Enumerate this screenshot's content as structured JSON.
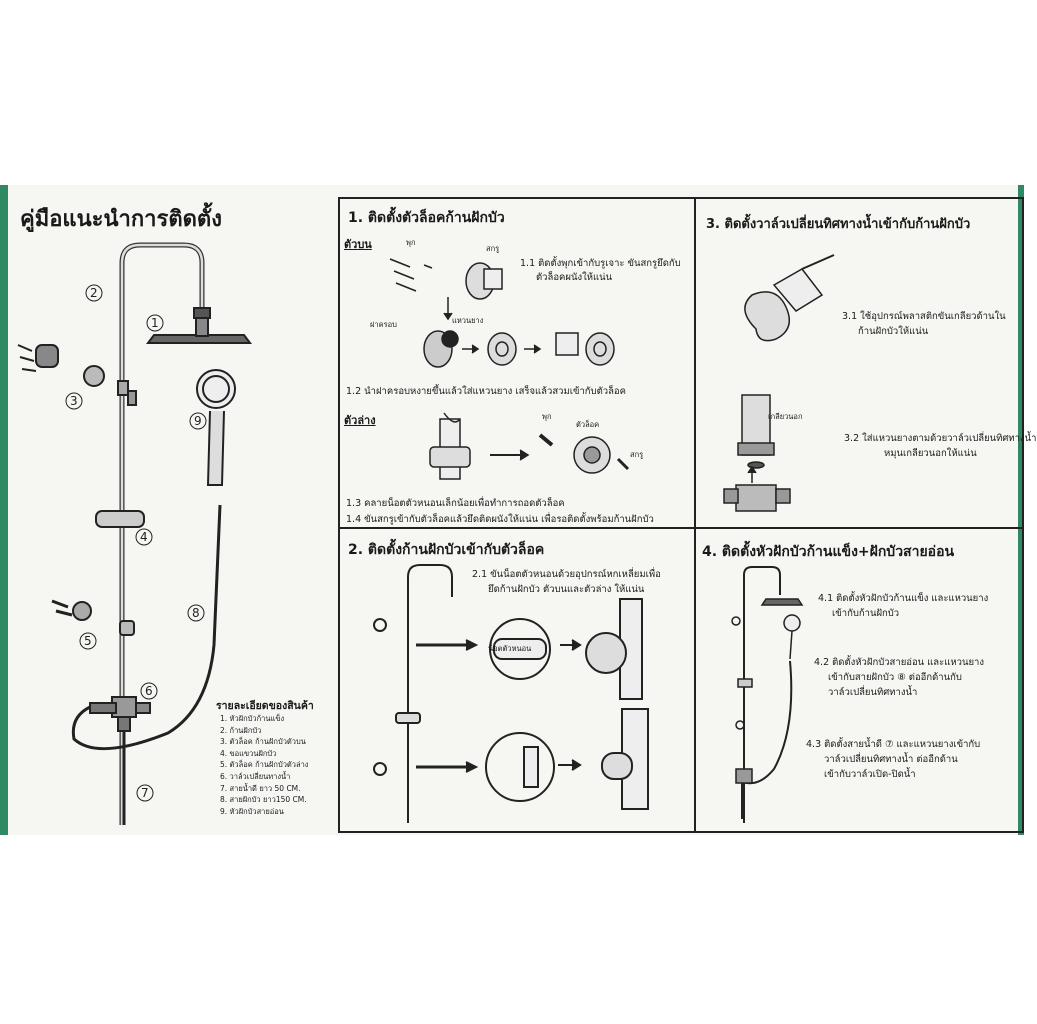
{
  "page_title": "คู่มือแนะนำการติดตั้ง",
  "overview": {
    "callouts": [
      "1",
      "2",
      "3",
      "4",
      "5",
      "6",
      "7",
      "8",
      "9"
    ],
    "details_title": "รายละเอียดของสินค้า",
    "details": [
      "1. หัวฝักบัวก้านแข็ง",
      "2. ก้านฝักบัว",
      "3. ตัวล็อค ก้านฝักบัวตัวบน",
      "4. ขอแขวนฝักบัว",
      "5. ตัวล็อค ก้านฝักบัวตัวล่าง",
      "6. วาล์วเปลี่ยนทางน้ำ",
      "7. สายน้ำดี ยาว 50 CM.",
      "8. สายฝักบัว ยาว150 CM.",
      "9. หัวฝักบัวสายอ่อน"
    ]
  },
  "step1": {
    "title": "1. ติดตั้งตัวล็อคก้านฝักบัว",
    "upper_label": "ตัวบน",
    "lower_label": "ตัวล่าง",
    "tags": {
      "plug": "พุก",
      "screw": "สกรู",
      "cover": "ฝาครอบ",
      "ring": "แหวนยาง",
      "lock": "ตัวล็อค"
    },
    "s1_1": [
      "1.1 ติดตั้งพุกเข้ากับรูเจาะ ขันสกรูยึดกับ",
      "ตัวล็อคผนังให้แน่น"
    ],
    "s1_2": "1.2 นำฝาครอบหงายขึ้นแล้วใส่แหวนยาง เสร็จแล้วสวมเข้ากับตัวล็อค",
    "s1_3": "1.3 คลายน็อตตัวหนอนเล็กน้อยเพื่อทำการถอดตัวล็อค",
    "s1_4": "1.4 ขันสกรูเข้ากับตัวล็อคแล้วยึดติดผนังให้แน่น เพื่อรอติดตั้งพร้อมก้านฝักบัว"
  },
  "step2": {
    "title": "2. ติดตั้งก้านฝักบัวเข้ากับตัวล็อค",
    "s2_1": [
      "2.1 ขันน็อตตัวหนอนด้วยอุปกรณ์หกเหลี่ยมเพื่อ",
      "ยึดก้านฝักบัว ตัวบนและตัวล่าง ให้แน่น"
    ],
    "nut_tag": "น็อตตัวหนอน"
  },
  "step3": {
    "title": "3. ติดตั้งวาล์วเปลี่ยนทิศทางน้ำเข้ากับก้านฝักบัว",
    "s3_1": [
      "3.1 ใช้อุปกรณ์พลาสติกขันเกลียวด้านใน",
      "ก้านฝักบัวให้แน่น"
    ],
    "thread_tag": "เกลียวนอก",
    "s3_2": [
      "3.2 ใส่แหวนยางตามด้วยวาล์วเปลี่ยนทิศทางน้ำ",
      "หมุนเกลียวนอกให้แน่น"
    ]
  },
  "step4": {
    "title": "4. ติดตั้งหัวฝักบัวก้านแข็ง+ฝักบัวสายอ่อน",
    "s4_1": [
      "4.1 ติดตั้งหัวฝักบัวก้านแข็ง และแหวนยาง",
      "เข้ากับก้านฝักบัว"
    ],
    "s4_2": [
      "4.2 ติดตั้งหัวฝักบัวสายอ่อน และแหวนยาง",
      "เข้ากับสายฝักบัว ⑧ ต่ออีกด้านกับ",
      "วาล์วเปลี่ยนทิศทางน้ำ"
    ],
    "s4_3": [
      "4.3 ติดตั้งสายน้ำดี ⑦ และแหวนยางเข้ากับ",
      "วาล์วเปลี่ยนทิศทางน้ำ ต่ออีกด้าน",
      "เข้ากับวาล์วเปิด-ปิดน้ำ"
    ]
  },
  "colors": {
    "ink": "#1a1a1a",
    "sheet": "#f6f6f3",
    "border_green": "#2f8a63"
  }
}
